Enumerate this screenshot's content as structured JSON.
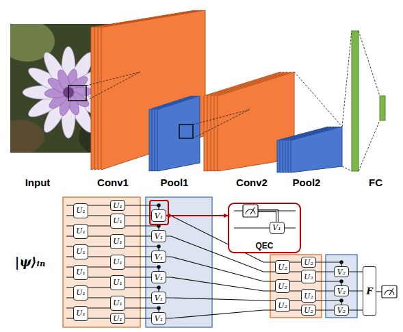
{
  "diagram": {
    "nodes": [
      {
        "text": [
          "U₁"
        ]
      },
      {
        "text": [
          "U₁"
        ]
      },
      {
        "text": [
          "U₁"
        ]
      },
      {
        "text": [
          "U₁"
        ]
      },
      {
        "text": [
          "U₁"
        ]
      },
      {
        "text": [
          "U₁"
        ]
      },
      {
        "text": [
          "U₁"
        ]
      },
      {
        "text": [
          "U₁"
        ]
      },
      {
        "text": [
          "U₁"
        ]
      },
      {
        "text": [
          "U₁"
        ]
      },
      {
        "text": [
          "U₁"
        ]
      },
      {
        "text": [
          "U₁"
        ]
      },
      {
        "text": [
          "U₁"
        ]
      },
      {
        "text": [
          "V₁"
        ]
      },
      {
        "text": [
          "V₁"
        ]
      },
      {
        "text": [
          "V₁"
        ]
      },
      {
        "text": [
          "V₁"
        ]
      },
      {
        "text": [
          "V₁"
        ]
      },
      {
        "text": [
          "V₁"
        ]
      },
      {
        "text": [
          "QEC"
        ]
      },
      {
        "text": [
          "V₁"
        ],
        "in": 19
      },
      {
        "text": [
          "U₂"
        ]
      },
      {
        "text": [
          "U₂"
        ]
      },
      {
        "text": [
          "U₂"
        ]
      },
      {
        "text": [
          "U₂"
        ]
      },
      {
        "text": [
          "U₂"
        ]
      },
      {
        "text": [
          "U₂"
        ]
      },
      {
        "text": [
          "U₂"
        ]
      },
      {
        "text": [
          "V₂"
        ]
      },
      {
        "text": [
          "V₂"
        ]
      },
      {
        "text": [
          "V₂"
        ]
      },
      {
        "text": [
          "F"
        ]
      }
    ],
    "edges": [
      {
        "from": 13,
        "to": 19,
        "arrow": "both"
      }
    ],
    "labels": [
      "Input",
      "Conv1",
      "Pool1",
      "Conv2",
      "Pool2",
      "FC",
      "|ψ⟩ᵢₙ"
    ]
  }
}
